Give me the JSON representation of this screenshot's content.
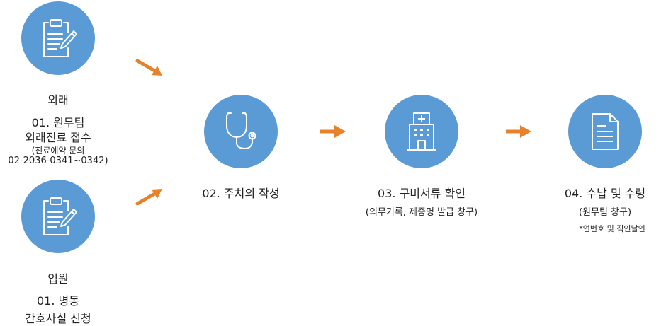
{
  "colors": {
    "circle": "#5a9bd5",
    "arrow": "#e8822a",
    "icon": "#ffffff",
    "text": "#222222"
  },
  "outpatient": {
    "heading": "외래",
    "step": "01. 원무팀",
    "step_line2": "외래진료 접수",
    "note": "(진료예약 문의",
    "phone": "02-2036-0341~0342)",
    "icon": "clipboard-icon"
  },
  "inpatient": {
    "heading": "입원",
    "step": "01. 병동",
    "step_line2": "간호사실 신청",
    "icon": "clipboard-icon"
  },
  "step2": {
    "title": "02. 주치의 작성",
    "icon": "stethoscope-icon"
  },
  "step3": {
    "title": "03. 구비서류 확인",
    "subtitle": "(의무기록, 제증명 발급 창구)",
    "icon": "hospital-icon"
  },
  "step4": {
    "title": "04. 수납 및 수령",
    "subtitle": "(원무팀 창구)",
    "note": "*연번호 및 직인날인",
    "icon": "document-icon"
  }
}
